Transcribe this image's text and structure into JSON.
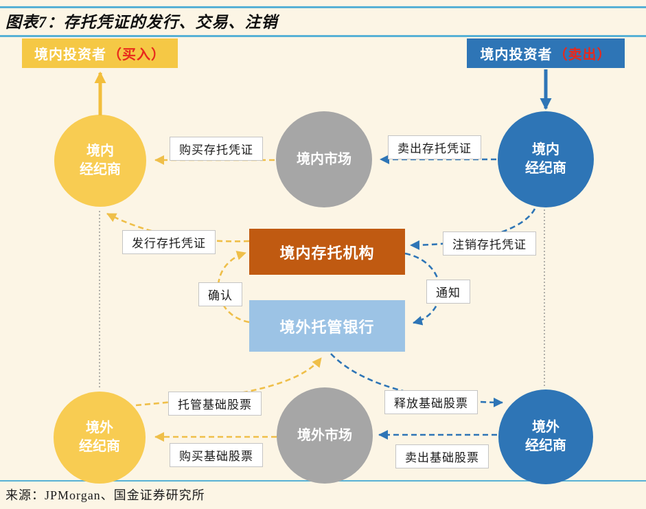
{
  "header": {
    "title": "图表7：存托凭证的发行、交易、注销"
  },
  "footer": {
    "source": "来源：JPMorgan、国金证券研究所"
  },
  "colors": {
    "background": "#FCF5E5",
    "rule_blue": "#57B1D5",
    "yellow": "#F5C845",
    "blue": "#2E75B6",
    "gray": "#A6A6A6",
    "brown": "#C05A11",
    "light_blue": "#9CC3E5",
    "red_tag": "#E8291C"
  },
  "nodes": {
    "investor_buy": {
      "label": "境内投资者",
      "tag": "（买入）"
    },
    "investor_sell": {
      "label": "境内投资者",
      "tag": "（卖出）"
    },
    "domestic_broker_buy": {
      "label": "境内\n经纪商"
    },
    "domestic_market": {
      "label": "境内市场"
    },
    "domestic_broker_sell": {
      "label": "境内\n经纪商"
    },
    "depositary": {
      "label": "境内存托机构"
    },
    "custodian": {
      "label": "境外托管银行"
    },
    "overseas_broker_buy": {
      "label": "境外\n经纪商"
    },
    "overseas_market": {
      "label": "境外市场"
    },
    "overseas_broker_sell": {
      "label": "境外\n经纪商"
    }
  },
  "edges": {
    "buy_dr": "购买存托凭证",
    "sell_dr": "卖出存托凭证",
    "issue_dr": "发行存托凭证",
    "cancel_dr": "注销存托凭证",
    "confirm": "确认",
    "notify": "通知",
    "custody_shares": "托管基础股票",
    "release_shares": "释放基础股票",
    "buy_shares": "购买基础股票",
    "sell_shares": "卖出基础股票"
  }
}
